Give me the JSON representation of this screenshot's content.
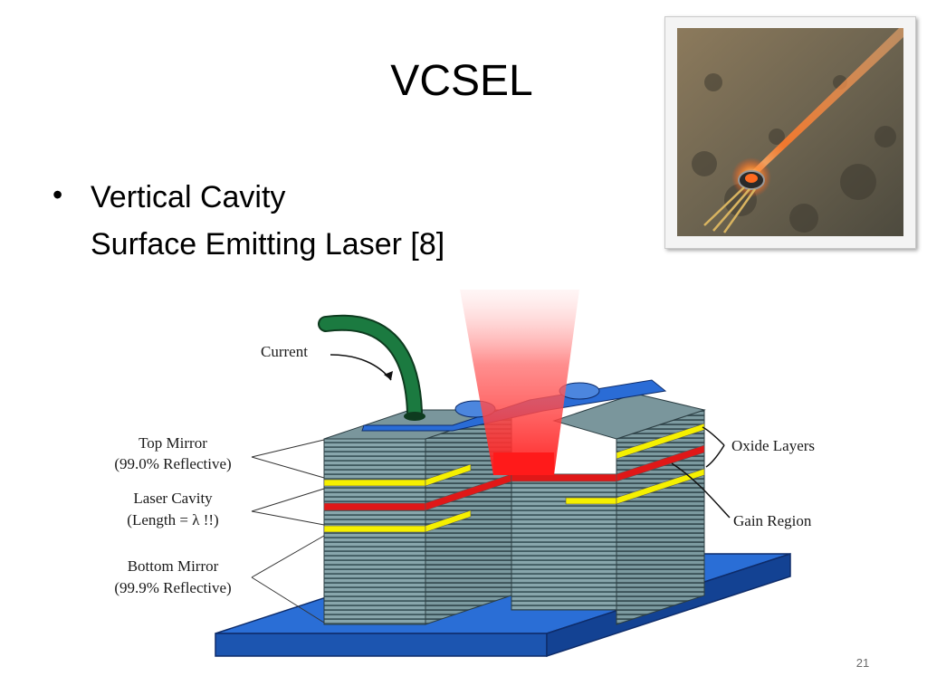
{
  "slide": {
    "title": "VCSEL",
    "bullet": {
      "line1": "Vertical Cavity",
      "line2": "Surface Emitting Laser [8]"
    },
    "page_number": "21"
  },
  "diagram": {
    "labels": {
      "current": "Current",
      "top_mirror": "Top Mirror",
      "top_mirror_detail": "(99.0% Reflective)",
      "laser_cavity": "Laser Cavity",
      "laser_cavity_detail": "(Length = λ !!)",
      "bottom_mirror": "Bottom Mirror",
      "bottom_mirror_detail": "(99.9% Reflective)",
      "oxide_layers": "Oxide Layers",
      "gain_region": "Gain Region"
    },
    "colors": {
      "substrate": "#1e5fc4",
      "mirror_layers": "#6f9196",
      "oxide": "#f5f000",
      "gain": "#e01818",
      "beam": "#ff2020",
      "contact": "#2a6cd6",
      "wire": "#1b6e3a"
    }
  }
}
